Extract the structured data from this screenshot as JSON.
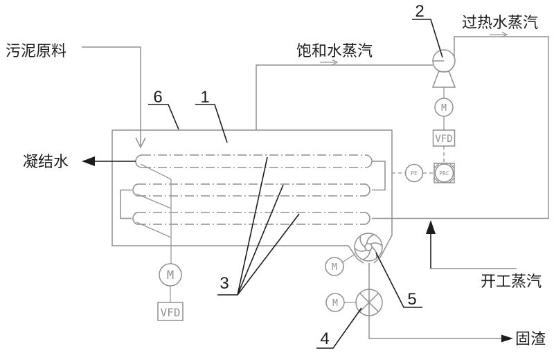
{
  "diagram": {
    "title_hint": "sludge drying MVR process flow diagram",
    "flow_labels": {
      "sludge_feed": "污泥原料",
      "condensate": "凝结水",
      "saturated_steam": "饱和水蒸汽",
      "superheated_steam": "过热水蒸汽",
      "startup_steam": "开工蒸汽",
      "solid_residue": "固渣"
    },
    "callouts": {
      "c1": "1",
      "c2": "2",
      "c3": "3",
      "c4": "4",
      "c5": "5",
      "c6": "6"
    },
    "equipment_text": {
      "motor": "M",
      "vfd": "VFD",
      "pe": "PE",
      "prc": "PRC"
    },
    "colors": {
      "background": "#ffffff",
      "line_gray": "#8f8f8f",
      "ink_dark": "#1c1c1c"
    }
  }
}
